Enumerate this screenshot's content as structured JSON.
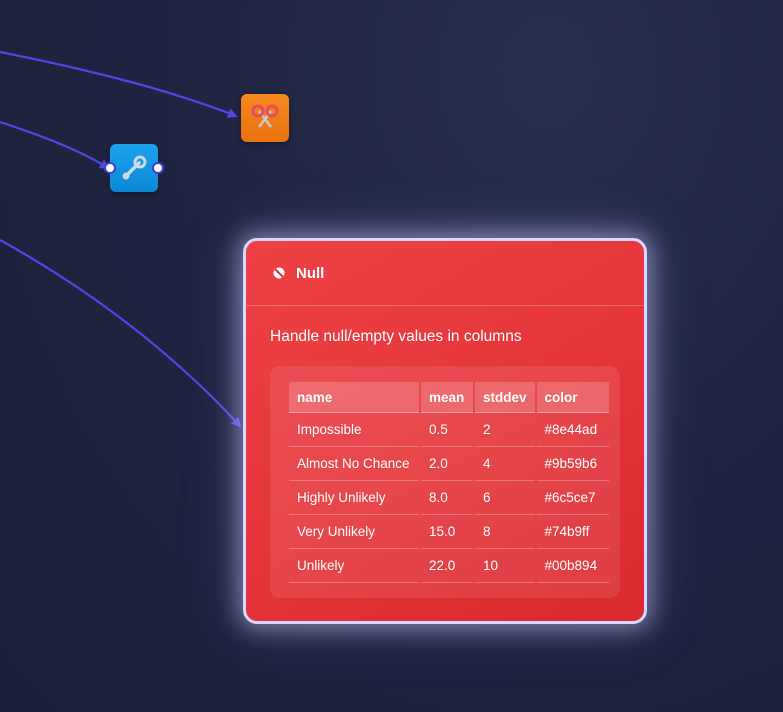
{
  "node": {
    "title": "Null",
    "description": "Handle null/empty values in columns",
    "icon": "null-icon",
    "background": "#e5353a"
  },
  "mini_nodes": [
    {
      "icon": "scissors-icon",
      "color": "#f0801a"
    },
    {
      "icon": "wrench-icon",
      "color": "#1698e2"
    }
  ],
  "edge_color": "#4f46e5",
  "table": {
    "columns": [
      "name",
      "mean",
      "stddev",
      "color"
    ],
    "rows": [
      {
        "name": "Impossible",
        "mean": "0.5",
        "stddev": "2",
        "color": "#8e44ad"
      },
      {
        "name": "Almost No Chance",
        "mean": "2.0",
        "stddev": "4",
        "color": "#9b59b6"
      },
      {
        "name": "Highly Unlikely",
        "mean": "8.0",
        "stddev": "6",
        "color": "#6c5ce7"
      },
      {
        "name": "Very Unlikely",
        "mean": "15.0",
        "stddev": "8",
        "color": "#74b9ff"
      },
      {
        "name": "Unlikely",
        "mean": "22.0",
        "stddev": "10",
        "color": "#00b894"
      }
    ]
  }
}
